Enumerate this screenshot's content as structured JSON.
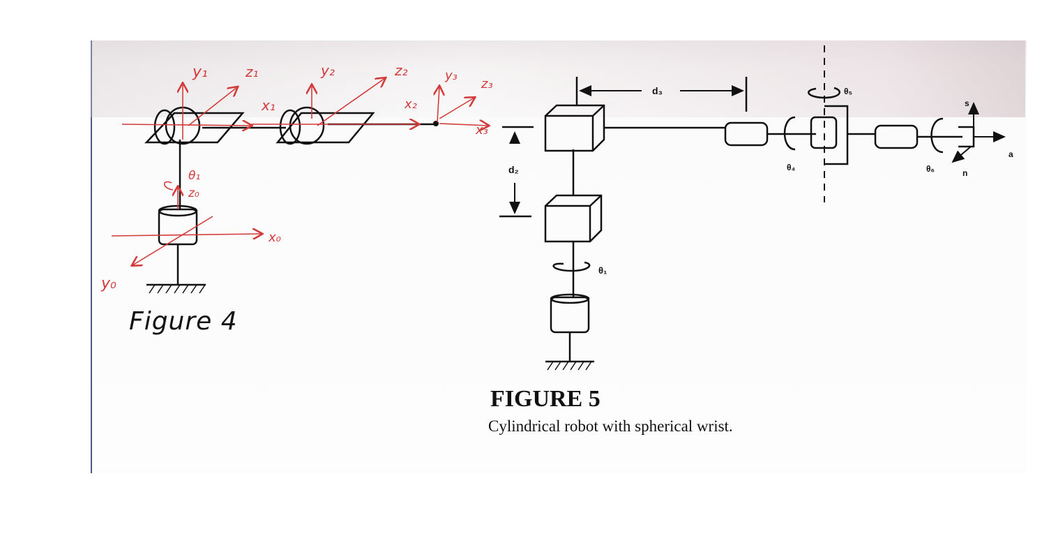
{
  "figure4": {
    "caption": "Figure 4",
    "labels": {
      "y1": "y₁",
      "z1": "z₁",
      "x1": "x₁",
      "y2": "y₂",
      "z2": "z₂",
      "x2": "x₂",
      "y3": "y₃",
      "z3": "z₃",
      "x3": "x₃",
      "theta1": "θ₁",
      "z0": "z₀",
      "x0": "x₀",
      "y0": "y₀"
    }
  },
  "figure5": {
    "title": "FIGURE 5",
    "caption": "Cylindrical robot with spherical wrist.",
    "labels": {
      "d3": "d₃",
      "d2": "d₂",
      "theta1": "θ₁",
      "theta4": "θ₄",
      "theta5": "θ₅",
      "theta6": "θ₆",
      "s": "s",
      "a": "a",
      "n": "n"
    }
  },
  "colors": {
    "ink": "#111111",
    "annotation": "#d33b3b"
  }
}
